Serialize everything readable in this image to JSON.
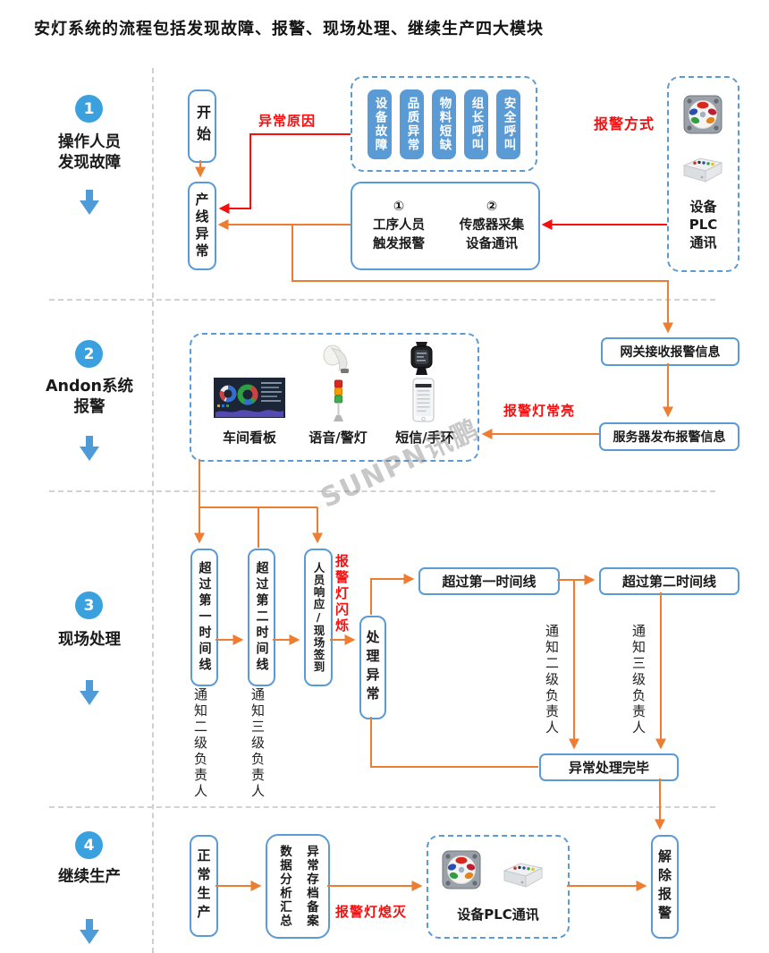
{
  "title": "安灯系统的流程包括发现故障、报警、现场处理、继续生产四大模块",
  "watermark": "SUNPN讯鹏",
  "palette": {
    "box_blue": "#5B9BD5",
    "orange": "#ED7D31",
    "red": "#F50F0F",
    "circle_blue": "#3BA1DE",
    "rail_arrow_blue": "#4D9BD9"
  },
  "rail": {
    "s1": {
      "num": "1",
      "label": "操作人员\n发现故障"
    },
    "s2": {
      "num": "2",
      "label": "Andon系统\n报警"
    },
    "s3": {
      "num": "3",
      "label": "现场处理"
    },
    "s4": {
      "num": "4",
      "label": "继续生产"
    }
  },
  "s1": {
    "start": "开始",
    "line_abnormal": "产线异常",
    "cause_label": "异常原因",
    "alarm_types": [
      "设备故障",
      "品质异常",
      "物料短缺",
      "组长呼叫",
      "安全呼叫"
    ],
    "trigger_left": "①\n工序人员\n触发报警",
    "trigger_right": "②\n传感器采集\n设备通讯",
    "method_label": "报警方式",
    "plc_label": "设备\nPLC\n通讯"
  },
  "s2": {
    "gateway": "网关接收报警信息",
    "server": "服务器发布报警信息",
    "light_on_label": "报警灯常亮",
    "kanban_label": "车间看板",
    "voice_label": "语音/警灯",
    "sms_label": "短信/手环"
  },
  "s3": {
    "over1_v": "超过第一时间线",
    "over2_v": "超过第二时间线",
    "respond": "人员响应/现场签到",
    "flash_label": "报警灯闪烁",
    "notify2_left": "通知二级负责人",
    "notify3_left": "通知三级负责人",
    "handle": "处理异常",
    "over1_h": "超过第一时间线",
    "over2_h": "超过第二时间线",
    "notify2_right": "通知二级负责人",
    "notify3_right": "通知三级负责人",
    "done": "异常处理完毕"
  },
  "s4": {
    "normal": "正常生产",
    "archive": "异常存档备案\n数据分析汇总",
    "light_off_label": "报警灯熄灭",
    "plc_label": "设备PLC通讯",
    "cancel": "解除报警"
  }
}
